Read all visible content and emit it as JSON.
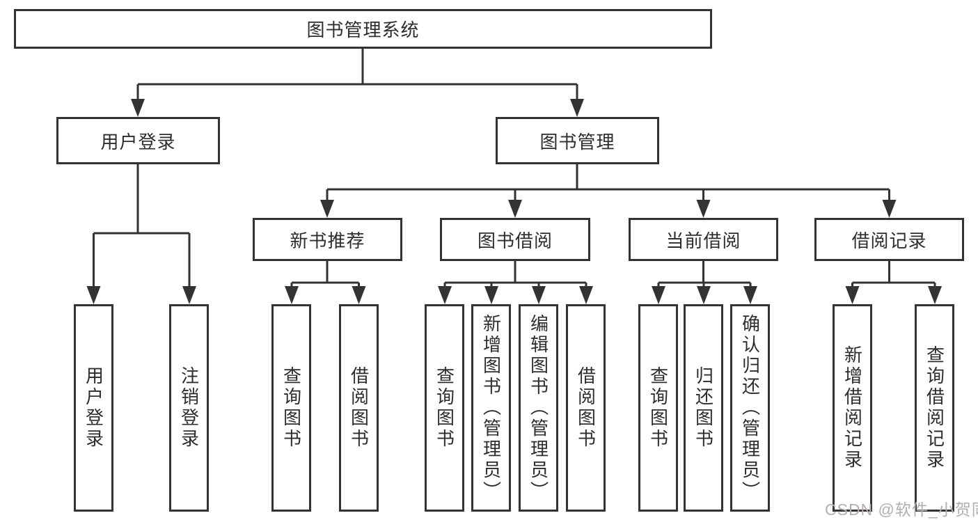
{
  "diagram": {
    "nodes": {
      "root": "图书管理系统",
      "user_login": "用户登录",
      "book_mgmt": "图书管理",
      "new_books": "新书推荐",
      "book_borrow": "图书借阅",
      "current_borrow": "当前借阅",
      "borrow_records": "借阅记录"
    },
    "leaves": {
      "user_login": [
        "用户登录",
        "注销登录"
      ],
      "new_books": [
        "查询图书",
        "借阅图书"
      ],
      "book_borrow": [
        "查询图书",
        "新增图书（管理员）",
        "编辑图书（管理员）",
        "借阅图书"
      ],
      "current_borrow": [
        "查询图书",
        "归还图书",
        "确认归还（管理员）"
      ],
      "borrow_records": [
        "新增借阅记录",
        "查询借阅记录"
      ]
    },
    "watermark": "CSDN @软件_小贺同学",
    "line_color": "#333333"
  }
}
